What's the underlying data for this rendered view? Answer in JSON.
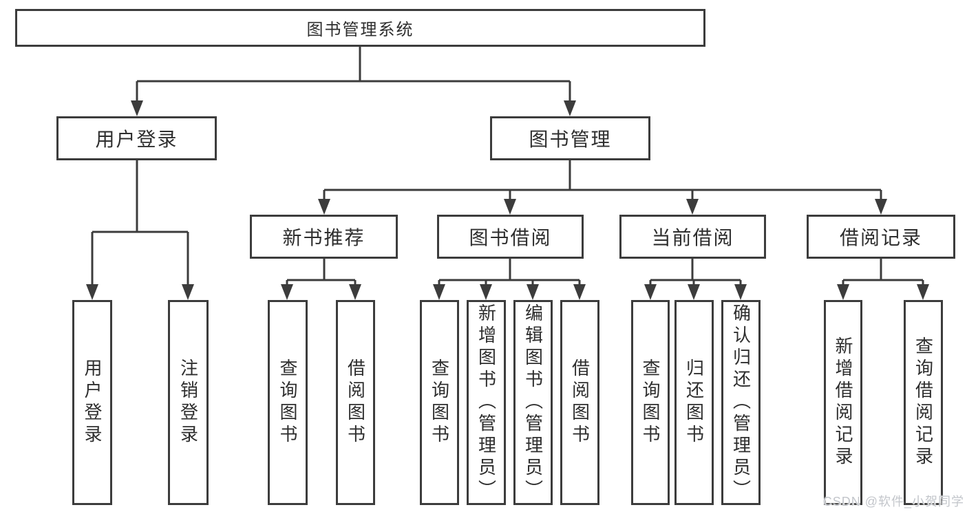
{
  "diagram": {
    "type": "tree",
    "tree": {
      "label": "图书管理系统",
      "children": [
        {
          "label": "用户登录",
          "children": [
            {
              "label": "用户登录"
            },
            {
              "label": "注销登录"
            }
          ]
        },
        {
          "label": "图书管理",
          "children": [
            {
              "label": "新书推荐",
              "children": [
                {
                  "label": "查询图书"
                },
                {
                  "label": "借阅图书"
                }
              ]
            },
            {
              "label": "图书借阅",
              "children": [
                {
                  "label": "查询图书"
                },
                {
                  "label": "新增图书（管理员）"
                },
                {
                  "label": "编辑图书（管理员）"
                },
                {
                  "label": "借阅图书"
                }
              ]
            },
            {
              "label": "当前借阅",
              "children": [
                {
                  "label": "查询图书"
                },
                {
                  "label": "归还图书"
                },
                {
                  "label": "确认归还（管理员）"
                }
              ]
            },
            {
              "label": "借阅记录",
              "children": [
                {
                  "label": "新增借阅记录"
                },
                {
                  "label": "查询借阅记录"
                }
              ]
            }
          ]
        }
      ]
    }
  },
  "watermark": {
    "text": "CSDN @软件_小贺同学"
  },
  "colors": {
    "line": "#3c3c3c",
    "text": "#2e2e2e",
    "background": "#ffffff",
    "watermark": "#c3c6cb"
  }
}
